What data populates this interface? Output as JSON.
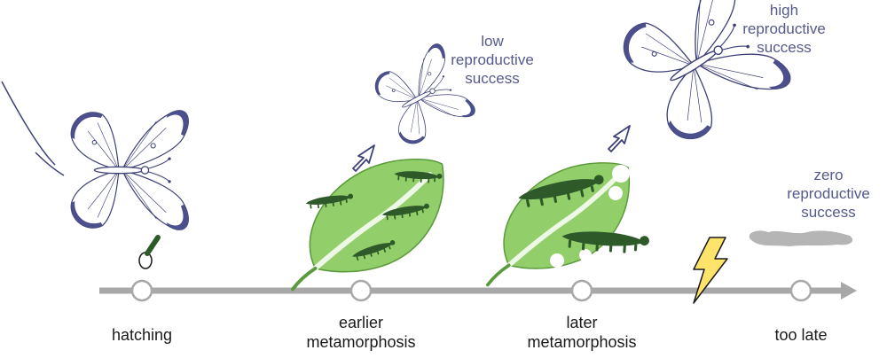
{
  "colors": {
    "wing_border": "#4b4f8c",
    "outline": "#3d4177",
    "leaf_fill": "#92cf6a",
    "leaf_stroke": "#5b9a3c",
    "caterpillar": "#2e5a2a",
    "dead_larva": "#b5b5b5",
    "timeline": "#a8a8a8",
    "lightning": "#ffe36a",
    "outcome_text": "#55598c",
    "stage_text": "#1a1a1a"
  },
  "stages": [
    {
      "id": "hatching",
      "lines": [
        "hatching"
      ]
    },
    {
      "id": "earlier",
      "lines": [
        "earlier",
        "metamorphosis"
      ]
    },
    {
      "id": "later",
      "lines": [
        "later",
        "metamorphosis"
      ]
    },
    {
      "id": "too_late",
      "lines": [
        "too late"
      ]
    }
  ],
  "outcomes": {
    "low": [
      "low",
      "reproductive",
      "success"
    ],
    "high": [
      "high",
      "reproductive",
      "success"
    ],
    "zero": [
      "zero",
      "reproductive",
      "success"
    ]
  },
  "icons": [
    "butterfly-icon",
    "leaf-icon",
    "caterpillar-icon",
    "egg-icon",
    "arrow-up-icon",
    "lightning-icon"
  ]
}
